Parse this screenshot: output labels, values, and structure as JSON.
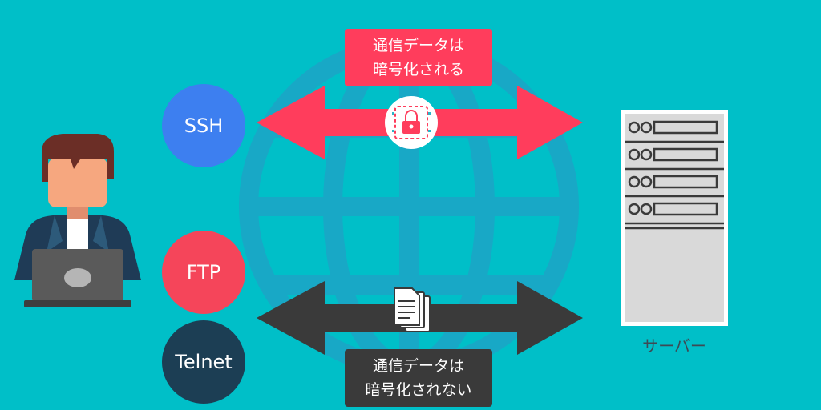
{
  "colors": {
    "background": "#00bfc8",
    "globe": "#18a8c6",
    "encrypted": "#ff3d5c",
    "plain": "#3a3a3a",
    "ssh": "#3d7ff0",
    "ftp": "#f5455a",
    "telnet": "#1c3e54"
  },
  "encrypted_label": {
    "line1": "通信データは",
    "line2": "暗号化される"
  },
  "unencrypted_label": {
    "line1": "通信データは",
    "line2": "暗号化されない"
  },
  "protocols": {
    "ssh": "SSH",
    "ftp": "FTP",
    "telnet": "Telnet"
  },
  "server": {
    "label": "サーバー"
  },
  "icons": {
    "lock": "padlock-icon",
    "documents": "documents-icon",
    "globe": "globe-icon",
    "user": "user-laptop-icon",
    "server": "server-rack-icon"
  }
}
